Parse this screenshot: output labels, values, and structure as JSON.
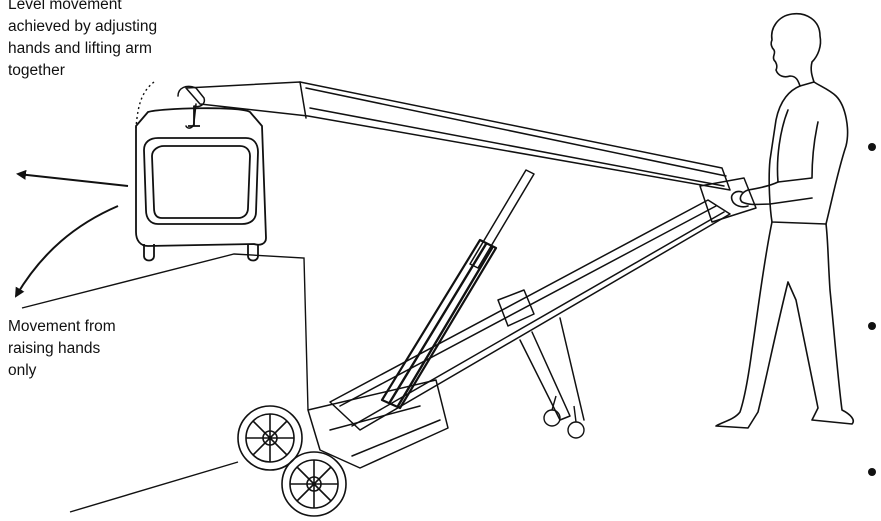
{
  "annotations": {
    "level_movement": {
      "lines": [
        "Level movement",
        "achieved by adjusting",
        "hands and lifting arm",
        "together"
      ]
    },
    "raise_only": {
      "lines": [
        "Movement from",
        "raising hands",
        "only"
      ]
    }
  },
  "colors": {
    "stroke": "#111111",
    "background": "#ffffff"
  },
  "bullets": 3
}
